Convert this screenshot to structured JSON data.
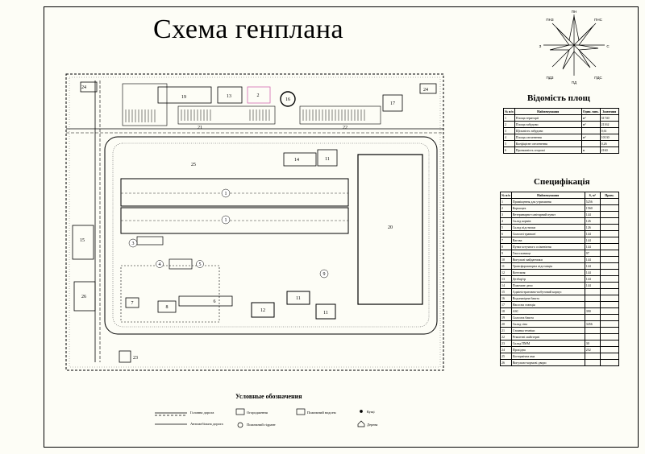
{
  "title": "Схема генплана",
  "plan_labels": [
    "1",
    "1",
    "2",
    "3",
    "4",
    "5",
    "6",
    "7",
    "8",
    "9",
    "11",
    "11",
    "11",
    "12",
    "14",
    "15",
    "16",
    "17",
    "19",
    "20",
    "21",
    "22",
    "23",
    "24",
    "24",
    "25",
    "26",
    "13"
  ],
  "compass": {
    "n": "ПН",
    "s": "ПД",
    "e": "С",
    "w": "З",
    "ne": "ПНС",
    "nw": "ПНЗ",
    "se": "ПДС",
    "sw": "ПДЗ"
  },
  "areas": {
    "title": "Відомість площ",
    "headers": [
      "№ п/п",
      "Найменування",
      "Один. вим.",
      "Значення"
    ],
    "rows": [
      [
        "1",
        "Площа території",
        "м²",
        "31740"
      ],
      [
        "2",
        "Площа забудови",
        "м²",
        "21162"
      ],
      [
        "3",
        "Щільність забудови",
        "",
        "0,61"
      ],
      [
        "4",
        "Площа озеленення",
        "м²",
        "10130"
      ],
      [
        "5",
        "Коефіцієнт озеленення",
        "",
        "0,26"
      ],
      [
        "6",
        "Протяжність огорожі",
        "м",
        "2160"
      ]
    ]
  },
  "spec": {
    "title": "Специфікація",
    "headers": [
      "№ п/п",
      "Найменування",
      "S, м²",
      "Прим."
    ],
    "rows": [
      [
        "1",
        "Приміщення для утримання",
        "5256",
        ""
      ],
      [
        "2",
        "Кормоцех",
        "1560",
        ""
      ],
      [
        "3",
        "Ветеринарно-санітарний пункт",
        "144",
        ""
      ],
      [
        "4",
        "Склад кормів",
        "126",
        ""
      ],
      [
        "5",
        "Склад підстилки",
        "126",
        ""
      ],
      [
        "6",
        "Силосні траншеї",
        "144",
        ""
      ],
      [
        "7",
        "Вагова",
        "144",
        ""
      ],
      [
        "8",
        "Пункт штучного осіменіння",
        "144",
        ""
      ],
      [
        "9",
        "Гноєсховище",
        "97",
        ""
      ],
      [
        "10",
        "Вигульні майданчики",
        "144",
        ""
      ],
      [
        "11",
        "Трансформаторна підстанція",
        "144",
        ""
      ],
      [
        "12",
        "Котельня",
        "144",
        ""
      ],
      [
        "13",
        "Дезбар'єр",
        "144",
        ""
      ],
      [
        "14",
        "Пожежне депо",
        "144",
        ""
      ],
      [
        "15",
        "Адміністративно-побутовий корпус",
        "",
        ""
      ],
      [
        "16",
        "Водонапірна башта",
        "",
        ""
      ],
      [
        "17",
        "Насосна станція",
        "",
        ""
      ],
      [
        "18",
        "АЗС",
        "390",
        ""
      ],
      [
        "19",
        "Силосна башта",
        "",
        ""
      ],
      [
        "20",
        "Склад сіна",
        "3456",
        ""
      ],
      [
        "21",
        "Стоянка техніки",
        "",
        ""
      ],
      [
        "22",
        "Ремонтні майстерні",
        "",
        ""
      ],
      [
        "23",
        "Склад ПММ",
        "30",
        ""
      ],
      [
        "24",
        "Прохідна",
        "252",
        ""
      ],
      [
        "25",
        "Біотермічна яма",
        "",
        ""
      ],
      [
        "26",
        "Вигульно-кормові двори",
        "",
        ""
      ]
    ]
  },
  "legend": {
    "title": "Условные обозначения",
    "items": [
      "Головна дорога",
      "Автомобільна дорога",
      "Огородження",
      "Пожежний водоем",
      "Пожежний гідрант",
      "Кущі",
      "Дерева"
    ]
  }
}
